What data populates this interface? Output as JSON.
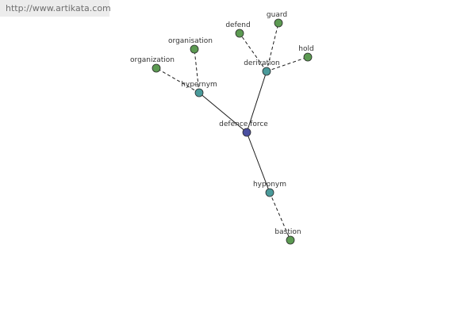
{
  "url": "http://www.artikata.com",
  "colors": {
    "root": "#4a4fa0",
    "relation": "#4a9a9a",
    "leaf": "#5c9a52",
    "banner_bg": "#ececec"
  },
  "nodes": {
    "root": "defence force",
    "hypernym": "hypernym",
    "derivation": "derivation",
    "hyponym": "hyponym",
    "organization": "organization",
    "organisation": "organisation",
    "defend": "defend",
    "guard": "guard",
    "hold": "hold",
    "bastion": "bastion"
  }
}
